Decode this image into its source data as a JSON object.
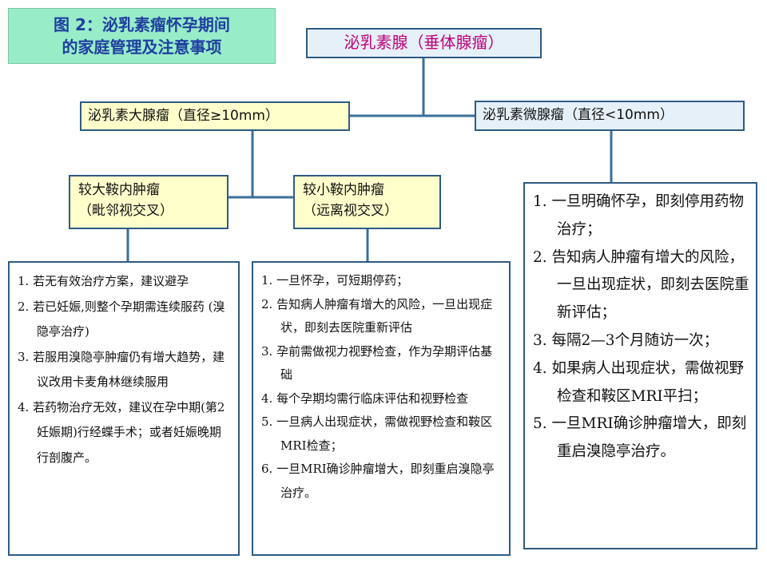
{
  "title": {
    "line1": "图 2：泌乳素瘤怀孕期间",
    "line2": "的家庭管理及注意事项"
  },
  "root": {
    "label": "泌乳素腺（垂体腺瘤）"
  },
  "macro": {
    "label": "泌乳素大腺瘤（直径≥10mm）"
  },
  "micro": {
    "label": "泌乳素微腺瘤（直径<10mm）"
  },
  "large_tumor": {
    "line1": "较大鞍内肿瘤",
    "line2": "（毗邻视交叉）"
  },
  "small_tumor": {
    "line1": "较小鞍内肿瘤",
    "line2": "（远离视交叉）"
  },
  "large_tumor_items": [
    "1. 若无有效治疗方案，建议避孕",
    "2. 若已妊娠,则整个孕期需连续服药 (溴隐亭治疗)",
    "3. 若服用溴隐亭肿瘤仍有增大趋势，建议改用卡麦角林继续服用",
    "4. 若药物治疗无效，建议在孕中期(第2妊娠期)行经蝶手术；或者妊娠晚期行剖腹产。"
  ],
  "small_tumor_items": [
    "1. 一旦怀孕，可短期停药；",
    "2. 告知病人肿瘤有增大的风险，一旦出现症状，即刻去医院重新评估",
    "3. 孕前需做视力视野检查，作为孕期评估基础",
    "4. 每个孕期均需行临床评估和视野检查",
    "5. 一旦病人出现症状，需做视野检查和鞍区MRI检查；",
    "6. 一旦MRI确诊肿瘤增大，即刻重启溴隐亭治疗。"
  ],
  "micro_items": [
    "1. 一旦明确怀孕，即刻停用药物治疗；",
    "2. 告知病人肿瘤有增大的风险，一旦出现症状，即刻去医院重新评估；",
    "3. 每隔2—3个月随访一次；",
    "4. 如果病人出现症状，需做视野检查和鞍区MRI平扫；",
    "5. 一旦MRI确诊肿瘤增大，即刻重启溴隐亭治疗。"
  ],
  "colors": {
    "connector": "#3a6f9a",
    "box_border": "#2e5b84",
    "title_bg": "#98ecc8",
    "title_text": "#1f3fa0",
    "root_text": "#c0007a",
    "yellow_bg": "#ffffcc",
    "blue_bg": "#e6f0f8"
  }
}
